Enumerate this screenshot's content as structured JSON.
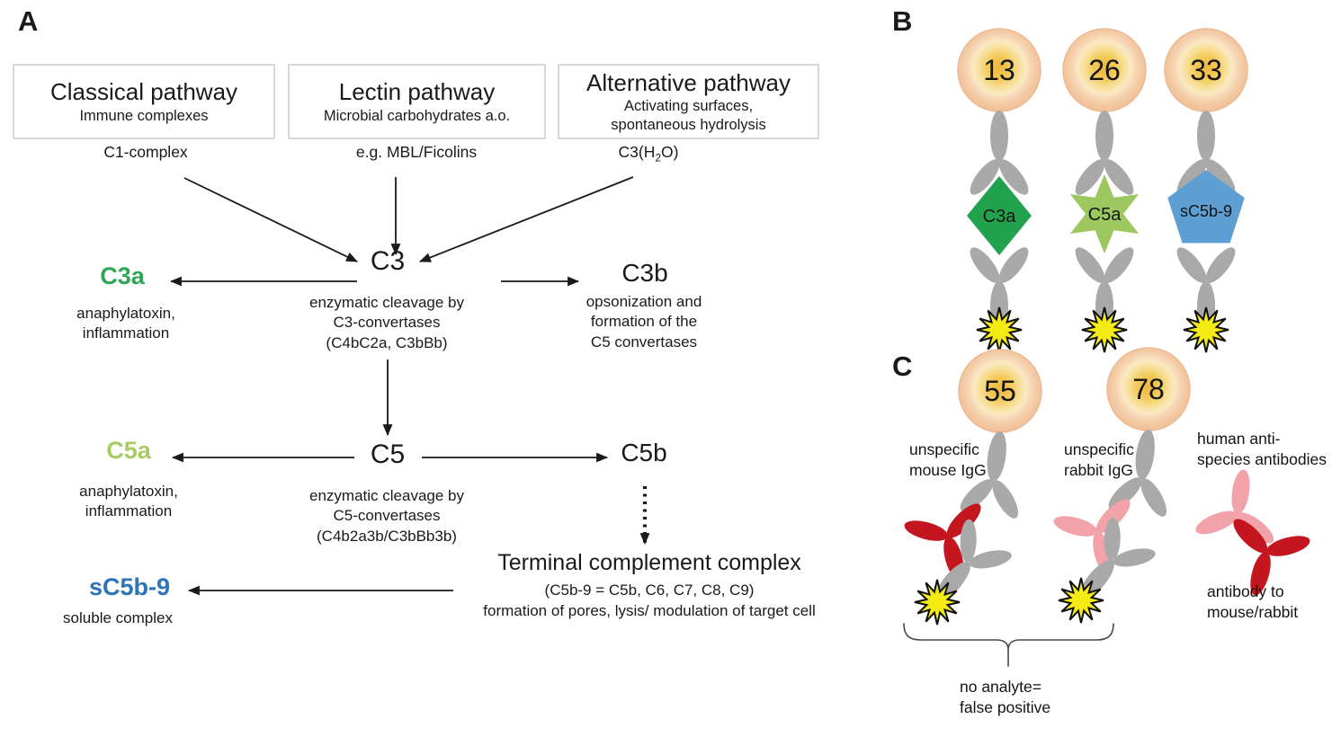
{
  "panels": {
    "a": {
      "label": "A",
      "boxes": [
        {
          "title": "Classical pathway",
          "sub1": "Immune complexes",
          "source": "C1-complex"
        },
        {
          "title": "Lectin pathway",
          "sub1": "Microbial carbohydrates a.o.",
          "source": "e.g. MBL/Ficolins"
        },
        {
          "title": "Alternative pathway",
          "sub1": "Activating surfaces,",
          "sub2": "spontaneous hydrolysis",
          "source_pre": "C3(H",
          "source_sub": "2",
          "source_post": "O)"
        }
      ],
      "nodes": {
        "c3": {
          "label": "C3",
          "desc1": "enzymatic cleavage by",
          "desc2": "C3-convertases",
          "desc3": "(C4bC2a, C3bBb)"
        },
        "c3a": {
          "label": "C3a",
          "color": "#2FA555",
          "desc1": "anaphylatoxin,",
          "desc2": "inflammation"
        },
        "c3b": {
          "label": "C3b",
          "desc1": "opsonization and",
          "desc2": "formation of the",
          "desc3": "C5 convertases"
        },
        "c5": {
          "label": "C5",
          "desc1": "enzymatic cleavage by",
          "desc2": "C5-convertases",
          "desc3": "(C4b2a3b/C3bBb3b)"
        },
        "c5a": {
          "label": "C5a",
          "color": "#A8CB65",
          "desc1": "anaphylatoxin,",
          "desc2": "inflammation"
        },
        "c5b": {
          "label": "C5b"
        },
        "terminal": {
          "title": "Terminal complement complex",
          "sub1": "(C5b-9 = C5b, C6, C7, C8, C9)",
          "sub2": "formation of pores, lysis/ modulation of target cell"
        },
        "sc5b9": {
          "label": "sC5b-9",
          "color": "#2E75B6",
          "desc1": "soluble complex"
        }
      }
    },
    "b": {
      "label": "B",
      "beads": [
        {
          "number": "13",
          "analyte": "C3a",
          "shape": "diamond",
          "color": "#22A24D"
        },
        {
          "number": "26",
          "analyte": "C5a",
          "shape": "star",
          "color": "#9DC75F"
        },
        {
          "number": "33",
          "analyte": "sC5b-9",
          "shape": "pentagon",
          "color": "#5D9FD3"
        }
      ]
    },
    "c": {
      "label": "C",
      "beads": [
        {
          "number": "55"
        },
        {
          "number": "78"
        }
      ],
      "labels": {
        "mouse1": "unspecific",
        "mouse2": "mouse IgG",
        "rabbit1": "unspecific",
        "rabbit2": "rabbit IgG",
        "antispecies1": "human anti-",
        "antispecies2": "species antibodies",
        "antibody_to1": "antibody to",
        "antibody_to2": "mouse/rabbit",
        "false_pos1": "no analyte=",
        "false_pos2": "false positive"
      }
    }
  },
  "colors": {
    "antibody_gray": "#A9A9A9",
    "antibody_red": "#C3161F",
    "antibody_pink": "#F2A2A9",
    "starburst_yellow": "#F3EB13",
    "arrow_black": "#1a1a1a"
  }
}
